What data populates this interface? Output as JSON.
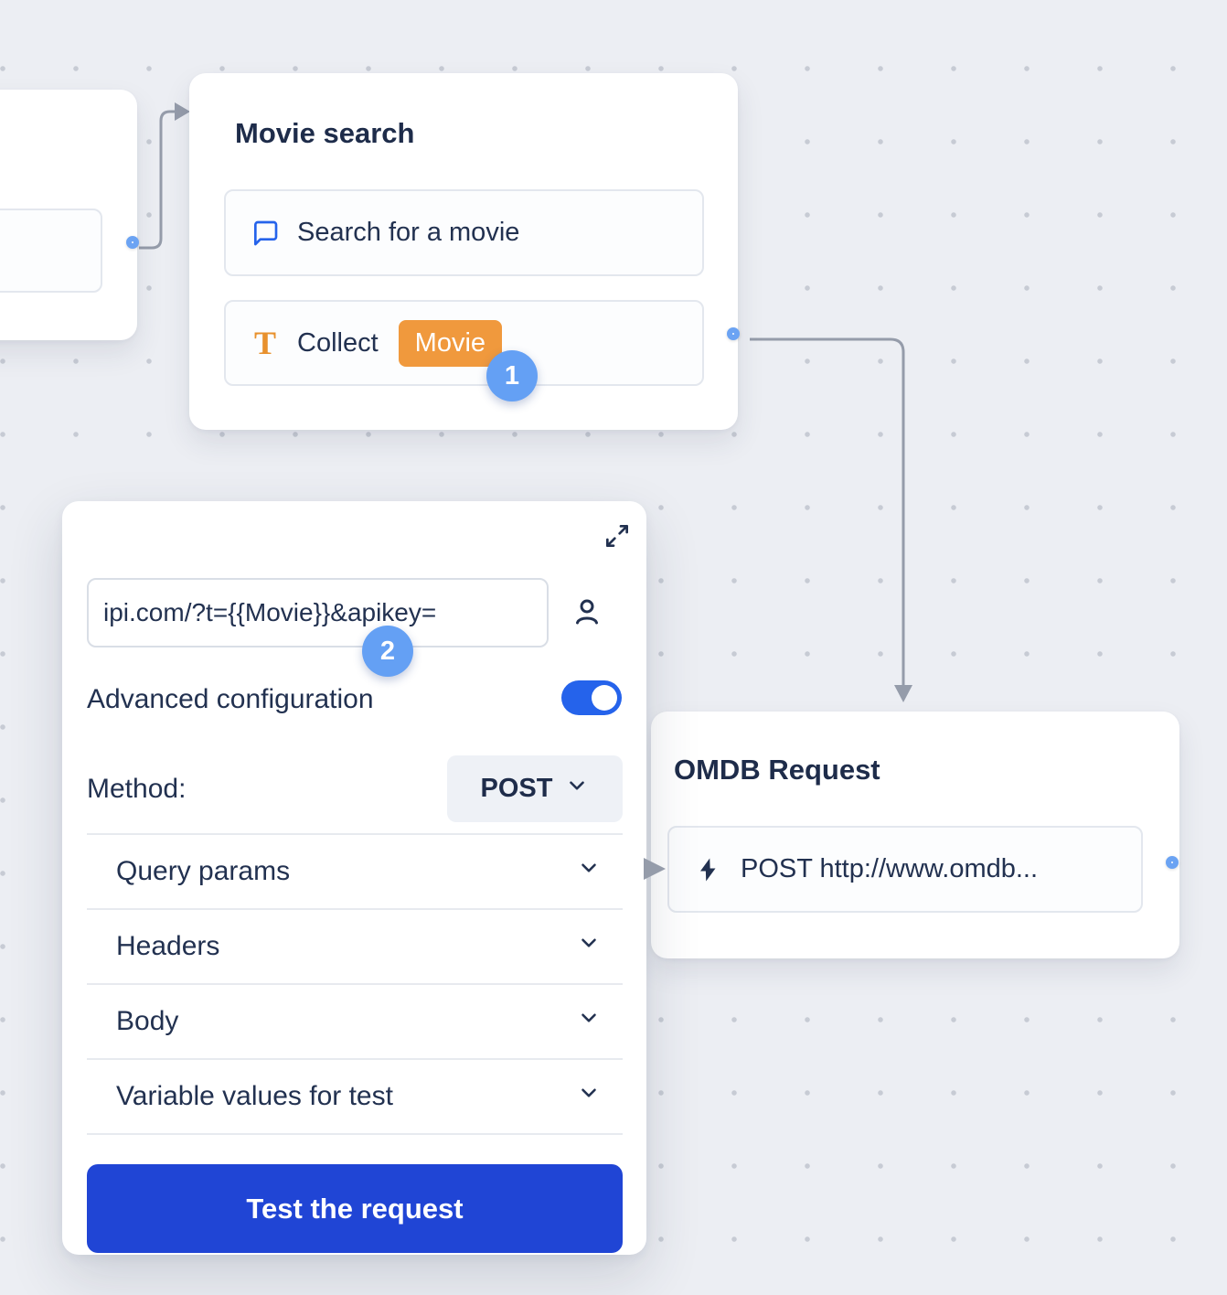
{
  "colors": {
    "accent_blue": "#2563eb",
    "button_blue": "#2045d5",
    "badge_blue": "#64a0f4",
    "chip_orange": "#f0993d",
    "text_dark": "#1e2c4a",
    "connector_gray": "#959caa"
  },
  "movie_node": {
    "title": "Movie search",
    "rows": [
      {
        "icon": "chat-bubble-icon",
        "label": "Search for a movie"
      },
      {
        "icon": "text-input-icon",
        "icon_glyph": "T",
        "label": "Collect",
        "badge": "Movie"
      }
    ],
    "step_badge": "1"
  },
  "omdb_node": {
    "title": "OMDB Request",
    "request_label": "POST http://www.omdb..."
  },
  "panel": {
    "url_value": "ipi.com/?t={{Movie}}&apikey=",
    "step_badge": "2",
    "advanced_label": "Advanced configuration",
    "method_label": "Method:",
    "method_value": "POST",
    "sections": [
      "Query params",
      "Headers",
      "Body",
      "Variable values for test"
    ],
    "test_button_label": "Test the request"
  }
}
